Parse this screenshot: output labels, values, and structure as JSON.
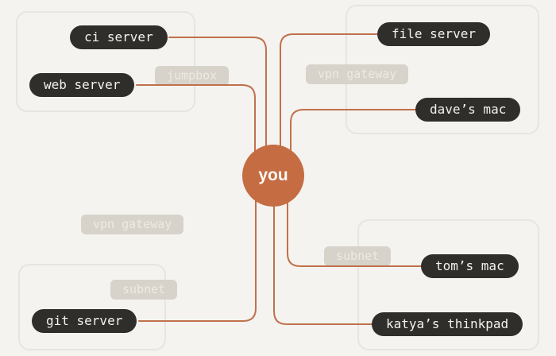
{
  "center": {
    "label": "you"
  },
  "nodes": [
    {
      "id": "ci-server",
      "label": "ci server"
    },
    {
      "id": "web-server",
      "label": "web server"
    },
    {
      "id": "file-server",
      "label": "file server"
    },
    {
      "id": "daves-mac",
      "label": "dave’s mac"
    },
    {
      "id": "git-server",
      "label": "git server"
    },
    {
      "id": "toms-mac",
      "label": "tom’s mac"
    },
    {
      "id": "katyas-thinkpad",
      "label": "katya’s thinkpad"
    }
  ],
  "group_labels": [
    {
      "id": "jumpbox",
      "label": "jumpbox"
    },
    {
      "id": "vpn-gateway-top",
      "label": "vpn gateway"
    },
    {
      "id": "vpn-gateway-bottom",
      "label": "vpn gateway"
    },
    {
      "id": "subnet-left",
      "label": "subnet"
    },
    {
      "id": "subnet-right",
      "label": "subnet"
    }
  ],
  "colors": {
    "background": "#f4f3f0",
    "zone_border": "#e7e5e1",
    "node_background": "#2f2e2b",
    "node_text": "#f4f2ec",
    "group_label_background": "#d7d3cb",
    "group_label_text": "#edeae3",
    "line": "#c0714c",
    "center_circle": "#c56c42",
    "center_text": "#fbf9f5"
  }
}
